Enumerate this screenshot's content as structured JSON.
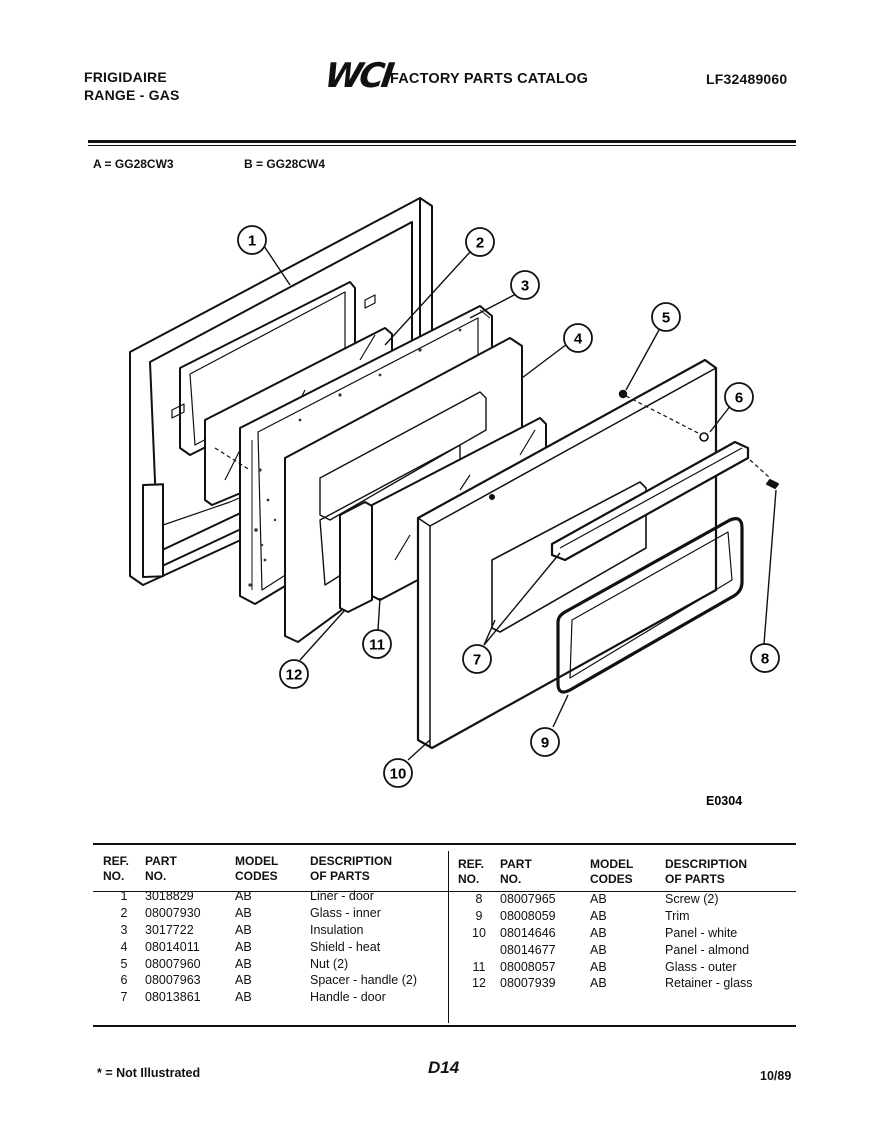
{
  "header": {
    "brand": "FRIGIDAIRE",
    "category": "RANGE - GAS",
    "logo": "WCI",
    "catalog_title": "FACTORY PARTS CATALOG",
    "catalog_number": "LF32489060"
  },
  "models": {
    "a": "A = GG28CW3",
    "b": "B = GG28CW4"
  },
  "diagram": {
    "figure_code": "E0304",
    "callouts": [
      "1",
      "2",
      "3",
      "4",
      "5",
      "6",
      "7",
      "8",
      "9",
      "10",
      "11",
      "12"
    ]
  },
  "table": {
    "headers": {
      "ref": [
        "REF.",
        "NO."
      ],
      "part": [
        "PART",
        "NO."
      ],
      "model": [
        "MODEL",
        "CODES"
      ],
      "desc": [
        "DESCRIPTION",
        "OF PARTS"
      ]
    },
    "left_rows": [
      {
        "ref": "1",
        "part": "3018829",
        "codes": "AB",
        "desc": "Liner - door"
      },
      {
        "ref": "2",
        "part": "08007930",
        "codes": "AB",
        "desc": "Glass - inner"
      },
      {
        "ref": "3",
        "part": "3017722",
        "codes": "AB",
        "desc": "Insulation"
      },
      {
        "ref": "4",
        "part": "08014011",
        "codes": "AB",
        "desc": "Shield - heat"
      },
      {
        "ref": "5",
        "part": "08007960",
        "codes": "AB",
        "desc": "Nut (2)"
      },
      {
        "ref": "6",
        "part": "08007963",
        "codes": "AB",
        "desc": "Spacer - handle (2)"
      },
      {
        "ref": "7",
        "part": "08013861",
        "codes": "AB",
        "desc": "Handle - door"
      }
    ],
    "right_rows": [
      {
        "ref": "8",
        "part": "08007965",
        "codes": "AB",
        "desc": "Screw (2)"
      },
      {
        "ref": "9",
        "part": "08008059",
        "codes": "AB",
        "desc": "Trim"
      },
      {
        "ref": "10",
        "part": "08014646",
        "codes": "AB",
        "desc": "Panel - white"
      },
      {
        "ref": "",
        "part": "08014677",
        "codes": "AB",
        "desc": "Panel - almond"
      },
      {
        "ref": "11",
        "part": "08008057",
        "codes": "AB",
        "desc": "Glass - outer"
      },
      {
        "ref": "12",
        "part": "08007939",
        "codes": "AB",
        "desc": "Retainer - glass"
      }
    ]
  },
  "footer": {
    "note": "* = Not Illustrated",
    "page": "D14",
    "date": "10/89"
  }
}
